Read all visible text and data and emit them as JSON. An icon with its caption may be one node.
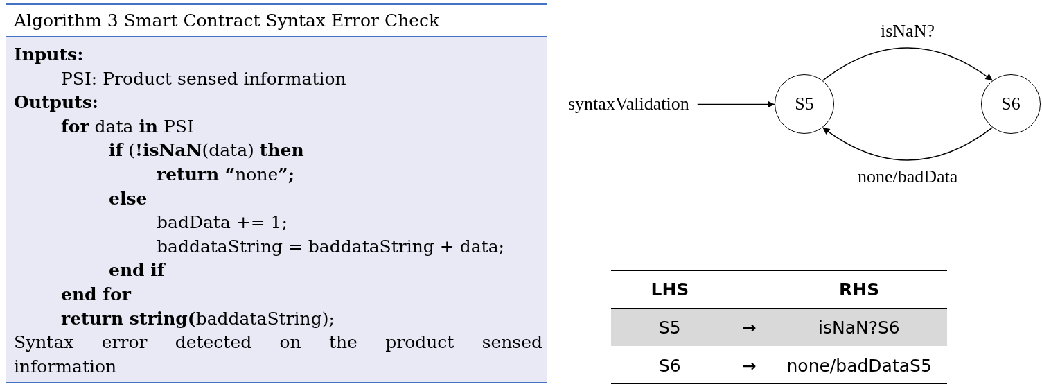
{
  "diagram": {
    "nodes": [
      {
        "text": [
          "Algorithm 3 Smart Contract Syntax Error Check",
          "Inputs:",
          "PSI: Product sensed information",
          "Outputs:",
          "**for** data **in** PSI",
          "**if** (**!isNaN**(data) **then**",
          "**return “**none**”;**",
          "else",
          "badData += 1;",
          "baddataString = baddataString + data;",
          "end if",
          "end for",
          "**return string(**baddataString);",
          "Syntax error detected on the product sensed information"
        ]
      },
      {
        "text": [
          "syntaxValidation"
        ]
      },
      {
        "text": [
          "S5"
        ]
      },
      {
        "text": [
          "S6"
        ]
      }
    ],
    "edges": [
      {
        "from": 1,
        "to": 2,
        "arrow": "to"
      },
      {
        "from": 2,
        "to": 3,
        "arrow": "to",
        "label": "isNaN?"
      },
      {
        "from": 3,
        "to": 2,
        "arrow": "to",
        "label": "none/badData"
      }
    ],
    "labels": [
      "LHS",
      "RHS",
      "S5",
      "→",
      "isNaN?S6",
      "S6",
      "→",
      "none/badDataS5"
    ]
  }
}
